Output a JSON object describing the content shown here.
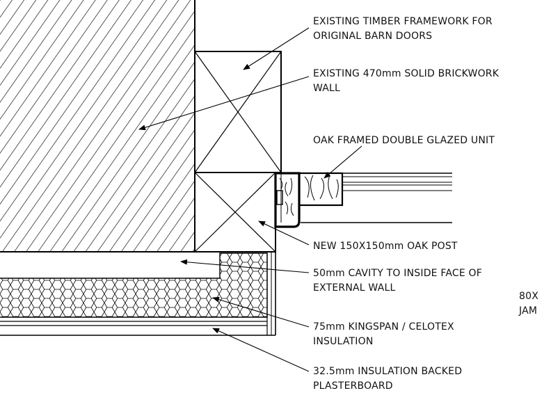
{
  "labels": {
    "timber_framework": [
      "EXISTING TIMBER FRAMEWORK FOR",
      "ORIGINAL BARN DOORS"
    ],
    "brickwork": [
      "EXISTING 470mm SOLID BRICKWORK",
      "WALL"
    ],
    "glazed_unit": [
      "OAK FRAMED DOUBLE GLAZED UNIT"
    ],
    "oak_post": [
      "NEW 150X150mm OAK POST"
    ],
    "cavity": [
      "50mm CAVITY TO INSIDE FACE OF",
      "EXTERNAL WALL"
    ],
    "insulation": [
      "75mm KINGSPAN / CELOTEX",
      "INSULATION"
    ],
    "plasterboard": [
      "32.5mm INSULATION BACKED",
      "PLASTERBOARD"
    ],
    "cut_off": [
      "80X",
      "JAM"
    ]
  },
  "colors": {
    "line": "#000000",
    "background": "#ffffff"
  }
}
